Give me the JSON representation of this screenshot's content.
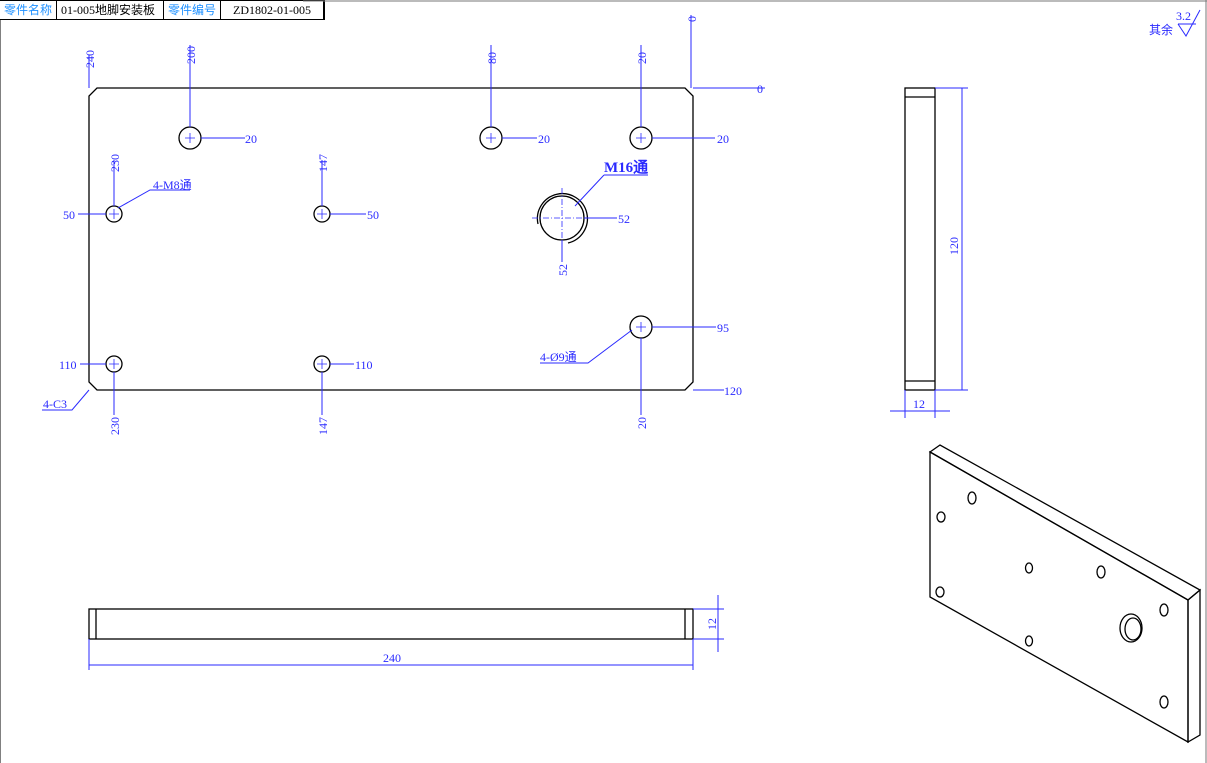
{
  "title_block": {
    "part_name_label": "零件名称",
    "part_name": "01-005地脚安装板",
    "part_no_label": "零件编号",
    "part_no": "ZD1802-01-005"
  },
  "roughness": {
    "label": "其余",
    "value": "3.2"
  },
  "front_view": {
    "dims": {
      "d0_top": "0",
      "d0_right": "0",
      "d240": "240",
      "d200": "200",
      "d80": "80",
      "d20_top": "20",
      "d20_a": "20",
      "d20_b": "20",
      "d20_c": "20",
      "d230_top": "230",
      "d147_top": "147",
      "d50_left": "50",
      "d50_mid": "50",
      "d52_h": "52",
      "d52_v": "52",
      "d95": "95",
      "d110_left": "110",
      "d110_mid": "110",
      "d120": "120",
      "d230_bot": "230",
      "d147_bot": "147",
      "d20_bot": "20"
    },
    "notes": {
      "m8": "4-M8通",
      "m16": "M16通",
      "d9": "4-Ø9通",
      "chamfer": "4-C3"
    }
  },
  "side_view": {
    "height": "120",
    "thickness": "12"
  },
  "bottom_view": {
    "length": "240",
    "thickness": "12"
  }
}
